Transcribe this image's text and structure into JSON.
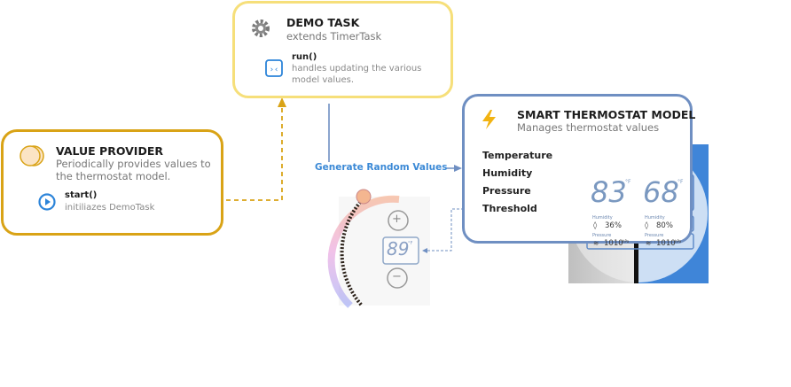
{
  "demo_task": {
    "title": "DEMO TASK",
    "subtitle": "extends TimerTask",
    "method_name": "run()",
    "method_desc": "handles updating the various model values."
  },
  "value_provider": {
    "title": "VALUE PROVIDER",
    "subtitle": "Periodically provides values to the thermostat model.",
    "method_name": "start()",
    "method_desc": "initiliazes DemoTask"
  },
  "model": {
    "title": "SMART THERMOSTAT MODEL",
    "subtitle": "Manages thermostat values",
    "properties": [
      "Temperature",
      "Humidity",
      "Pressure",
      "Threshold"
    ]
  },
  "edge_label": "Generate Random Values",
  "display": {
    "temp_left": "83",
    "temp_right": "68",
    "temp_unit": "°F",
    "humidity_label": "Humidity",
    "humidity_left": "36%",
    "humidity_right": "80%",
    "pressure_label": "Pressure",
    "pressure_left": "1010",
    "pressure_right": "1010",
    "pressure_unit": "hPa"
  },
  "dial": {
    "threshold": "89",
    "unit": "°F",
    "plus": "+",
    "minus": "−"
  },
  "colors": {
    "demo_border": "#f6df7a",
    "provider_border": "#d9a316",
    "model_border": "#6f8fc2",
    "edge_label": "#3b89d6",
    "dashed_arrow": "#d9a316"
  },
  "icons": {
    "demo": "gear-icon",
    "run": "code-file-icon",
    "provider": "layers-circle-icon",
    "start": "play-circle-icon",
    "model": "lightning-icon"
  }
}
